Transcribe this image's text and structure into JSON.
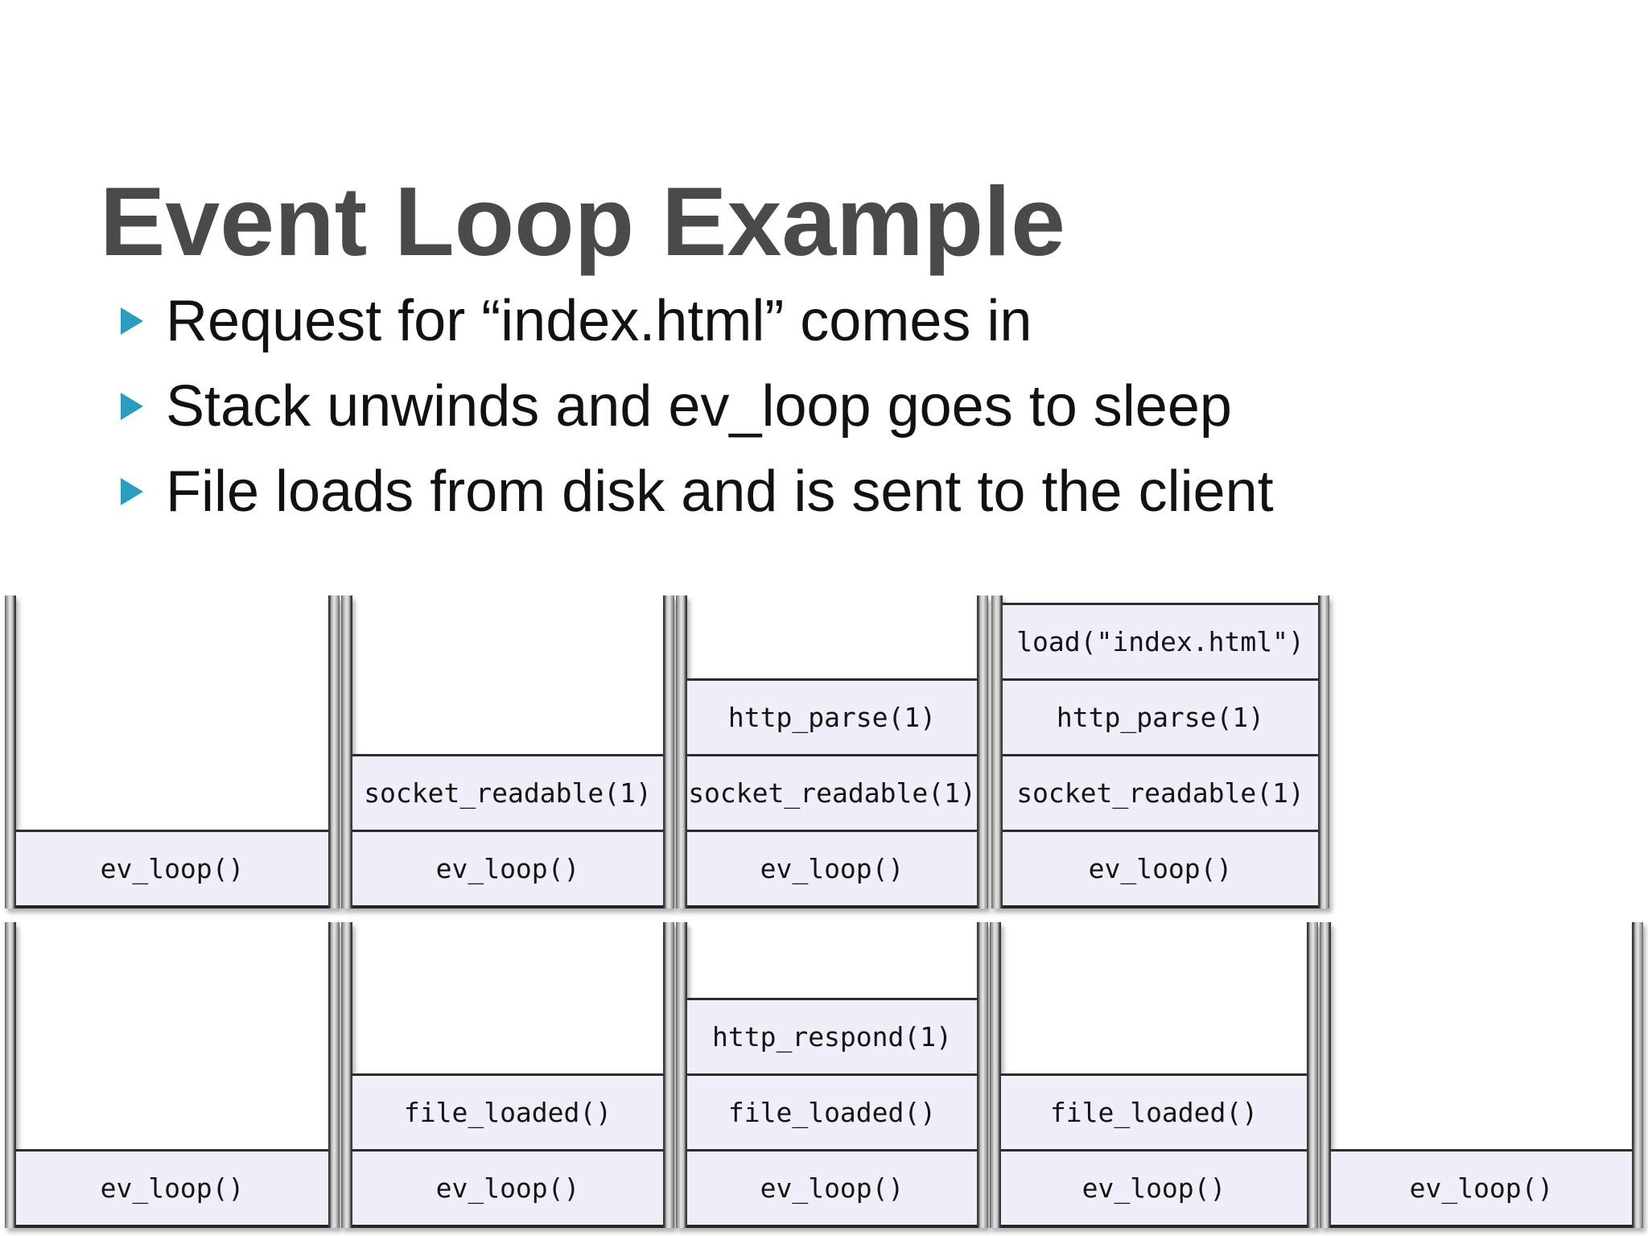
{
  "slide": {
    "title": "Event Loop Example",
    "bullets": [
      "Request for “index.html” comes in",
      "Stack unwinds and ev_loop goes to sleep",
      "File loads from disk and is sent to the client"
    ]
  },
  "diagram": {
    "rows": [
      {
        "stacks": [
          {
            "frames": [
              "ev_loop()"
            ]
          },
          {
            "frames": [
              "socket_readable(1)",
              "ev_loop()"
            ]
          },
          {
            "frames": [
              "http_parse(1)",
              "socket_readable(1)",
              "ev_loop()"
            ]
          },
          {
            "frames": [
              "load(\"index.html\")",
              "http_parse(1)",
              "socket_readable(1)",
              "ev_loop()"
            ]
          }
        ]
      },
      {
        "stacks": [
          {
            "frames": [
              "ev_loop()"
            ]
          },
          {
            "frames": [
              "file_loaded()",
              "ev_loop()"
            ]
          },
          {
            "frames": [
              "http_respond(1)",
              "file_loaded()",
              "ev_loop()"
            ]
          },
          {
            "frames": [
              "file_loaded()",
              "ev_loop()"
            ]
          },
          {
            "frames": [
              "ev_loop()"
            ]
          }
        ]
      }
    ]
  },
  "colors": {
    "accent": "#2b9cbd",
    "title_text": "#4a4a4a",
    "body_text": "#111111",
    "frame_fill": "#efeef9",
    "frame_border": "#2d2d2d",
    "background": "#ffffff"
  }
}
